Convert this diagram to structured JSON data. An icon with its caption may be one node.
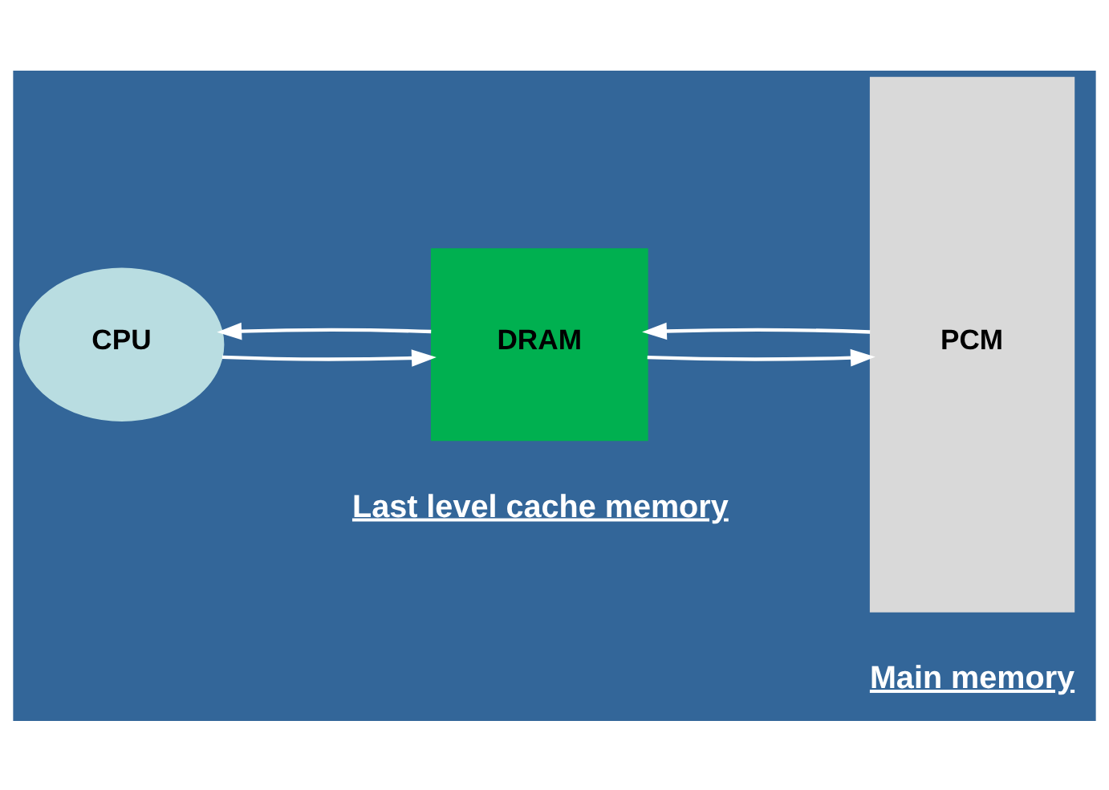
{
  "diagram": {
    "nodes": [
      {
        "text": [
          "CPU"
        ]
      },
      {
        "text": [
          "DRAM"
        ],
        "beside": [
          "Last level cache memory"
        ]
      },
      {
        "text": [
          "PCM"
        ],
        "beside": [
          "Main memory"
        ]
      }
    ],
    "edges": [
      {
        "from": 0,
        "to": 1,
        "arrow": "to"
      },
      {
        "from": 1,
        "to": 0,
        "arrow": "to"
      },
      {
        "from": 1,
        "to": 2,
        "arrow": "to"
      },
      {
        "from": 2,
        "to": 1,
        "arrow": "to"
      }
    ]
  }
}
